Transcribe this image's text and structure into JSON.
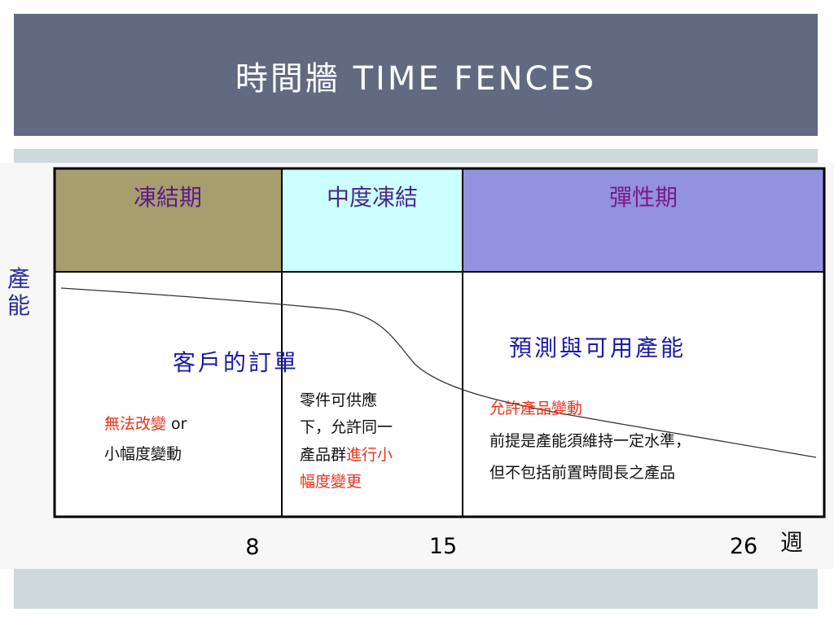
{
  "title": "時間牆 TIME FENCES",
  "zones": [
    {
      "label": "凍結期",
      "fill": "#a79d6d",
      "label_color": "#5b1a8a"
    },
    {
      "label": "中度凍結",
      "fill": "#ccffff",
      "label_color": "#4a2a8a"
    },
    {
      "label": "彈性期",
      "fill": "#9392df",
      "label_color": "#7a1a8a"
    }
  ],
  "y_axis_label": [
    "產",
    "能"
  ],
  "x_axis_unit": "週",
  "x_ticks": [
    "8",
    "15",
    "26"
  ],
  "customer_orders_label": "客戶的訂單",
  "forecast_label": "預測與可用產能",
  "frozen_text": {
    "line1_red": "無法改變",
    "line1_black": " or",
    "line2": "小幅度變動"
  },
  "slushy_text": {
    "line1": "零件可供應",
    "line2": "下，允許同一",
    "line3_black": "產品群",
    "line3_red": "進行小",
    "line4_red": "幅度變更"
  },
  "liquid_text": {
    "line1_red": "允許產品變動",
    "line2": "前提是產能須維持一定水準，",
    "line3": "但不包括前置時間長之產品"
  },
  "colors": {
    "header_bg": "#616a81",
    "band": "#cfd8dd",
    "accent_red": "#e8321a",
    "text_blue": "#1a1aa8"
  }
}
